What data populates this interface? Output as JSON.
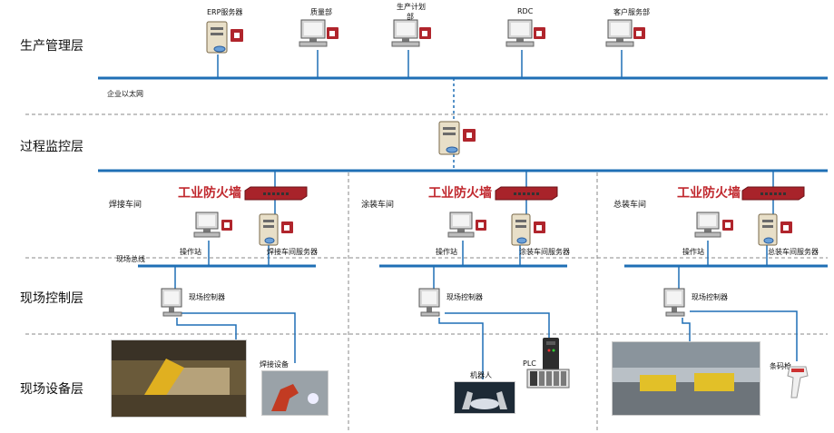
{
  "layers": {
    "production": "生产管理层",
    "process": "过程监控层",
    "field_control": "现场控制层",
    "field_device": "现场设备层"
  },
  "top_nodes": {
    "erp": "ERP服务器",
    "quality": "质量部",
    "plan_line1": "生产计划",
    "plan_line2": "部",
    "rdc": "RDC",
    "customer": "客户服务部"
  },
  "network": {
    "ethernet": "企业以太网",
    "fieldbus": "现场总线"
  },
  "workshops": [
    {
      "name": "焊接车间",
      "firewall": "工业防火墙",
      "station": "操作站",
      "server": "焊接车间服务器",
      "controller": "现场控制器",
      "devices": [
        "焊接设备"
      ]
    },
    {
      "name": "涂装车间",
      "firewall": "工业防火墙",
      "station": "操作站",
      "server": "涂装车间服务器",
      "controller": "现场控制器",
      "devices": [
        "机器人",
        "PLC"
      ]
    },
    {
      "name": "总装车间",
      "firewall": "工业防火墙",
      "station": "操作站",
      "server": "总装车间服务器",
      "controller": "现场控制器",
      "devices": [
        "条码枪"
      ]
    }
  ],
  "colors": {
    "network_line": "#1f6fb5",
    "firewall": "#a8232a",
    "lock": "#b0252c",
    "divider": "#888888"
  }
}
